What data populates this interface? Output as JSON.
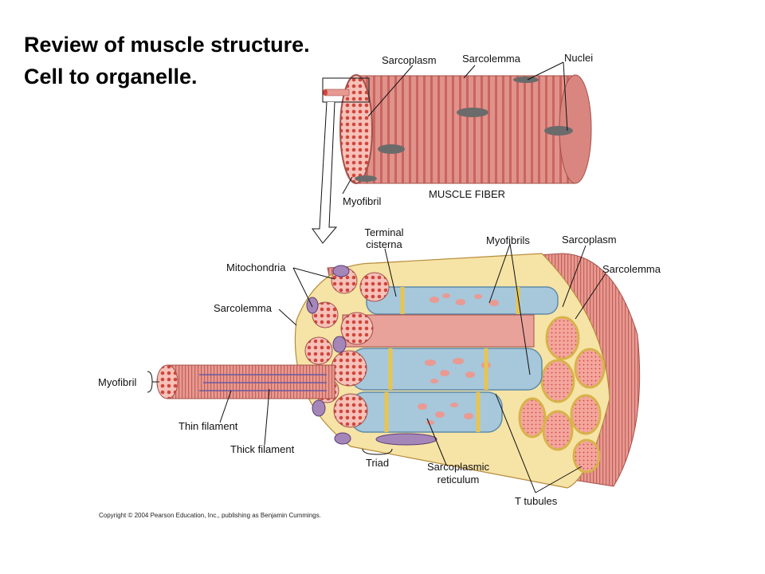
{
  "title": {
    "line1": "Review of muscle structure.",
    "line2": "Cell to organelle."
  },
  "upper_labels": {
    "sarcoplasm": "Sarcoplasm",
    "sarcolemma": "Sarcolemma",
    "nuclei": "Nuclei",
    "myofibril": "Myofibril",
    "muscle_fiber": "MUSCLE FIBER"
  },
  "lower_labels": {
    "terminal_line1": "Terminal",
    "terminal_line2": "cisterna",
    "myofibrils": "Myofibrils",
    "sarcoplasm": "Sarcoplasm",
    "sarcolemma_right": "Sarcolemma",
    "mitochondria": "Mitochondria",
    "sarcolemma_left": "Sarcolemma",
    "myofibril": "Myofibril",
    "thin_filament": "Thin filament",
    "thick_filament": "Thick filament",
    "triad": "Triad",
    "sr_line1": "Sarcoplasmic",
    "sr_line2": "reticulum",
    "t_tubules": "T tubules"
  },
  "copyright": "Copyright © 2004 Pearson Education, Inc., publishing as Benjamin Cummings.",
  "colors": {
    "muscle": "#e08c86",
    "muscle_dark": "#b8554f",
    "myofibril": "#f1a097",
    "dots": "#d1453b",
    "sr_blue": "#9ec0d6",
    "sr_blue_dark": "#5f8ba8",
    "ttubule_yellow": "#f3dc86",
    "mito_purple": "#a487b8",
    "nucleus_gray": "#6b6b6b"
  }
}
